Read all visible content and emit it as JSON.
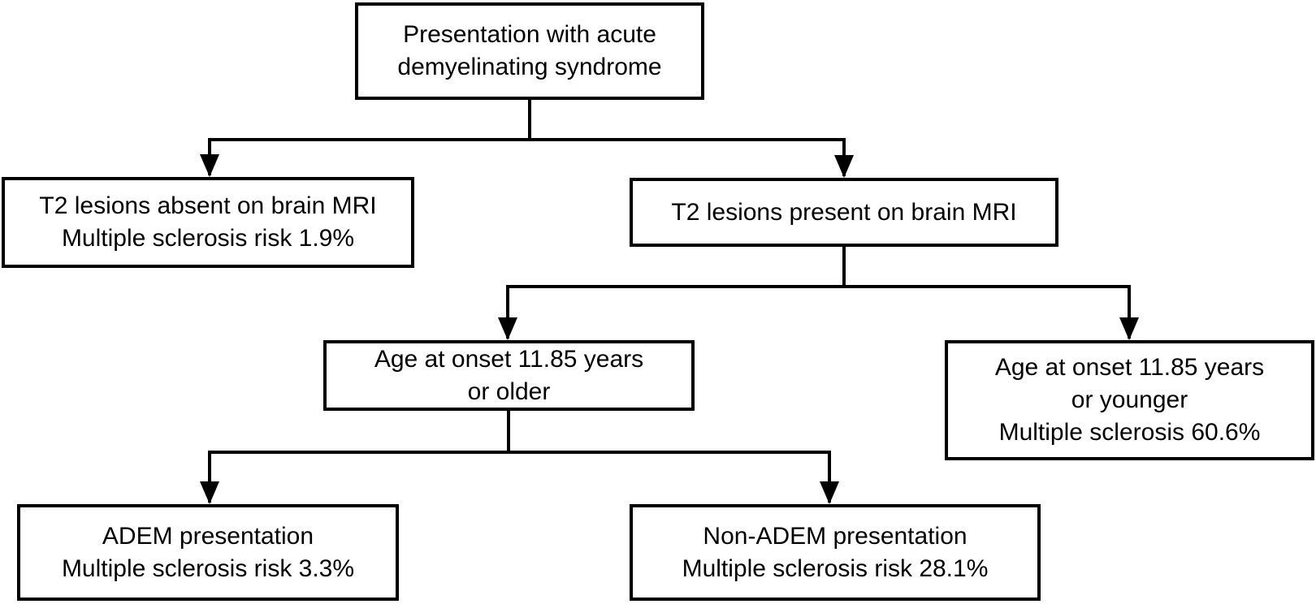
{
  "figure": {
    "type": "flowchart",
    "background_color": "#ffffff",
    "line_color": "#000000",
    "text_color": "#000000"
  },
  "nodes": [
    {
      "id": "presentation",
      "lines": [
        "Presentation with acute",
        "demyelinating syndrome"
      ]
    },
    {
      "id": "t2-absent",
      "lines": [
        "T2 lesions absent on brain MRI",
        "Multiple sclerosis risk 1.9%"
      ]
    },
    {
      "id": "t2-present",
      "lines": [
        "T2 lesions present on brain MRI"
      ]
    },
    {
      "id": "age-older",
      "lines": [
        "Age at onset 11.85 years",
        "or older"
      ]
    },
    {
      "id": "age-younger",
      "lines": [
        "Age at onset 11.85 years",
        "or younger",
        "Multiple sclerosis 60.6%"
      ]
    },
    {
      "id": "adem",
      "lines": [
        "ADEM presentation",
        "Multiple sclerosis risk 3.3%"
      ]
    },
    {
      "id": "non-adem",
      "lines": [
        "Non-ADEM presentation",
        "Multiple sclerosis risk 28.1%"
      ]
    }
  ],
  "edges": [
    {
      "from": "presentation",
      "to": "t2-absent"
    },
    {
      "from": "presentation",
      "to": "t2-present"
    },
    {
      "from": "t2-present",
      "to": "age-older"
    },
    {
      "from": "t2-present",
      "to": "age-younger"
    },
    {
      "from": "age-older",
      "to": "adem"
    },
    {
      "from": "age-older",
      "to": "non-adem"
    }
  ]
}
